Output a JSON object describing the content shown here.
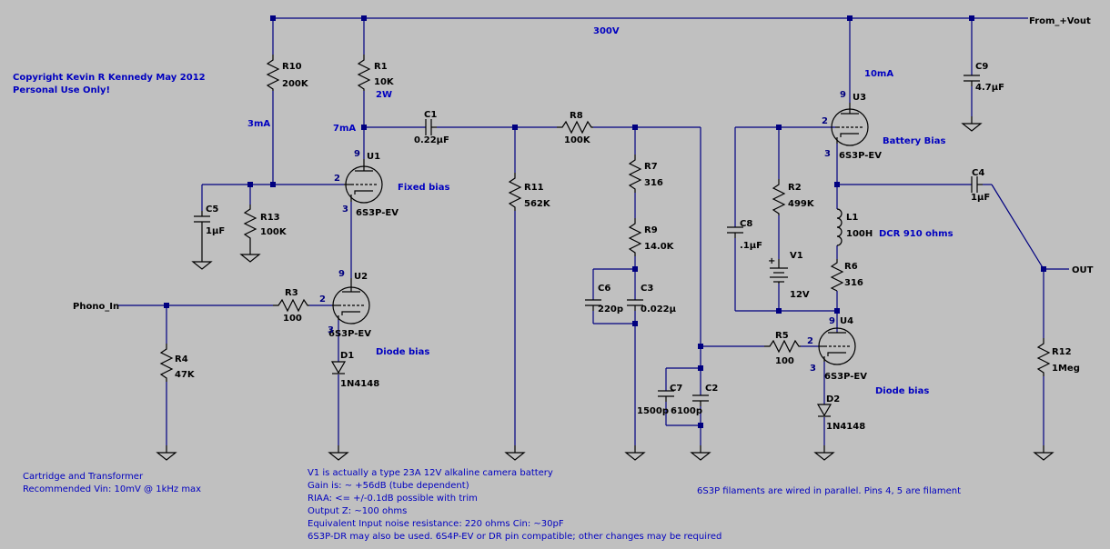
{
  "colors": {
    "background": "#c0c0c0",
    "wire": "#000080",
    "component": "#000000",
    "annotation": "#0000c0"
  },
  "nets": {
    "supply": "300V",
    "supply_in": "From_+Vout",
    "input": "Phono_In",
    "output": "OUT"
  },
  "copyright": {
    "line1": "Copyright Kevin R Kennedy May 2012",
    "line2": "Personal Use Only!"
  },
  "currents": {
    "r10": "3mA",
    "r1": "7mA",
    "u3": "10mA"
  },
  "tubes": {
    "u1": {
      "ref": "U1",
      "part": "6S3P-EV",
      "bias": "Fixed bias"
    },
    "u2": {
      "ref": "U2",
      "part": "6S3P-EV",
      "bias": "Diode bias"
    },
    "u3": {
      "ref": "U3",
      "part": "6S3P-EV",
      "bias": "Battery Bias"
    },
    "u4": {
      "ref": "U4",
      "part": "6S3P-EV",
      "bias": "Diode bias"
    }
  },
  "pins": {
    "plate": "9",
    "grid": "2",
    "cathode": "3"
  },
  "resistors": {
    "r1": {
      "ref": "R1",
      "value": "10K",
      "power": "2W"
    },
    "r2": {
      "ref": "R2",
      "value": "499K"
    },
    "r3": {
      "ref": "R3",
      "value": "100"
    },
    "r4": {
      "ref": "R4",
      "value": "47K"
    },
    "r5": {
      "ref": "R5",
      "value": "100"
    },
    "r6": {
      "ref": "R6",
      "value": "316"
    },
    "r7": {
      "ref": "R7",
      "value": "316"
    },
    "r8": {
      "ref": "R8",
      "value": "100K"
    },
    "r9": {
      "ref": "R9",
      "value": "14.0K"
    },
    "r10": {
      "ref": "R10",
      "value": "200K"
    },
    "r11": {
      "ref": "R11",
      "value": "562K"
    },
    "r12": {
      "ref": "R12",
      "value": "1Meg"
    },
    "r13": {
      "ref": "R13",
      "value": "100K"
    }
  },
  "capacitors": {
    "c1": {
      "ref": "C1",
      "value": "0.22µF"
    },
    "c2": {
      "ref": "C2",
      "value": "6100p"
    },
    "c3": {
      "ref": "C3",
      "value": "0.022µ"
    },
    "c4": {
      "ref": "C4",
      "value": "1µF"
    },
    "c5": {
      "ref": "C5",
      "value": "1µF"
    },
    "c6": {
      "ref": "C6",
      "value": "220p"
    },
    "c7": {
      "ref": "C7",
      "value": "1500p"
    },
    "c8": {
      "ref": "C8",
      "value": ".1µF"
    },
    "c9": {
      "ref": "C9",
      "value": "4.7µF"
    }
  },
  "inductor": {
    "ref": "L1",
    "value": "100H",
    "note": "DCR 910 ohms"
  },
  "battery": {
    "ref": "V1",
    "value": "12V",
    "plus": "+"
  },
  "diodes": {
    "d1": {
      "ref": "D1",
      "part": "1N4148"
    },
    "d2": {
      "ref": "D2",
      "part": "1N4148"
    }
  },
  "notes": {
    "cartridge": [
      "Cartridge and Transformer",
      "Recommended Vin: 10mV @ 1kHz max"
    ],
    "main": [
      "V1 is actually a type 23A 12V alkaline camera battery",
      "Gain is: ~ +56dB (tube dependent)",
      "RIAA: <= +/-0.1dB possible with trim",
      "Output Z: ~100 ohms",
      "Equivalent Input noise resistance: 220 ohms Cin: ~30pF",
      "6S3P-DR may also be used. 6S4P-EV or DR pin compatible; other changes may be required"
    ],
    "filaments": "6S3P filaments are wired in parallel. Pins 4, 5 are filament"
  }
}
